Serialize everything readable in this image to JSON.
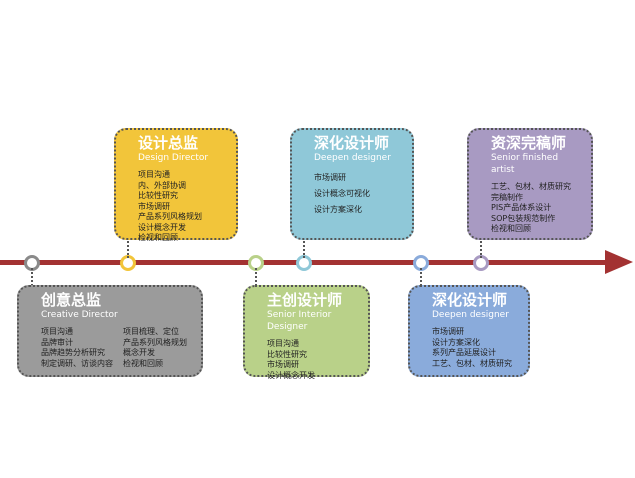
{
  "colors": {
    "axis": "#a33232",
    "yellow": "#f2c53a",
    "blue_light": "#8fc8d8",
    "purple": "#a89ac2",
    "gray": "#9b9b9b",
    "green": "#b9d189",
    "blue": "#8aabdb"
  },
  "cards": {
    "design_director": {
      "title": "设计总监",
      "subtitle": "Design Director",
      "items": [
        "项目沟通",
        "内、外部协调",
        "比较性研究",
        "市场调研",
        "产品系列风格规划",
        "设计概念开发",
        "检视和回顾"
      ]
    },
    "deepen_designer_top": {
      "title": "深化设计师",
      "subtitle": "Deepen designer",
      "items": [
        "市场调研",
        "设计概念可视化",
        "设计方案深化"
      ]
    },
    "senior_finished_artist": {
      "title": "资深完稿师",
      "subtitle": "Senior finished artist",
      "items": [
        "工艺、包材、材质研究",
        "完稿制作",
        "PIS产品体系设计",
        "SOP包装规范制作",
        "检视和回顾"
      ]
    },
    "creative_director": {
      "title": "创意总监",
      "subtitle": "Creative Director",
      "items_left": [
        "项目沟通",
        "品牌审计",
        "品牌趋势分析研究",
        "制定调研、访谈内容"
      ],
      "items_right": [
        "项目梳理、定位",
        "产品系列风格规划",
        "概念开发",
        "检视和回顾"
      ]
    },
    "senior_interior_designer": {
      "title": "主创设计师",
      "subtitle": "Senior Interior Designer",
      "items": [
        "项目沟通",
        "比较性研究",
        "市场调研",
        "设计概念开发"
      ]
    },
    "deepen_designer_bottom": {
      "title": "深化设计师",
      "subtitle": "Deepen designer",
      "items": [
        "市场调研",
        "设计方案深化",
        "系列产品延展设计",
        "工艺、包材、材质研究"
      ]
    }
  }
}
